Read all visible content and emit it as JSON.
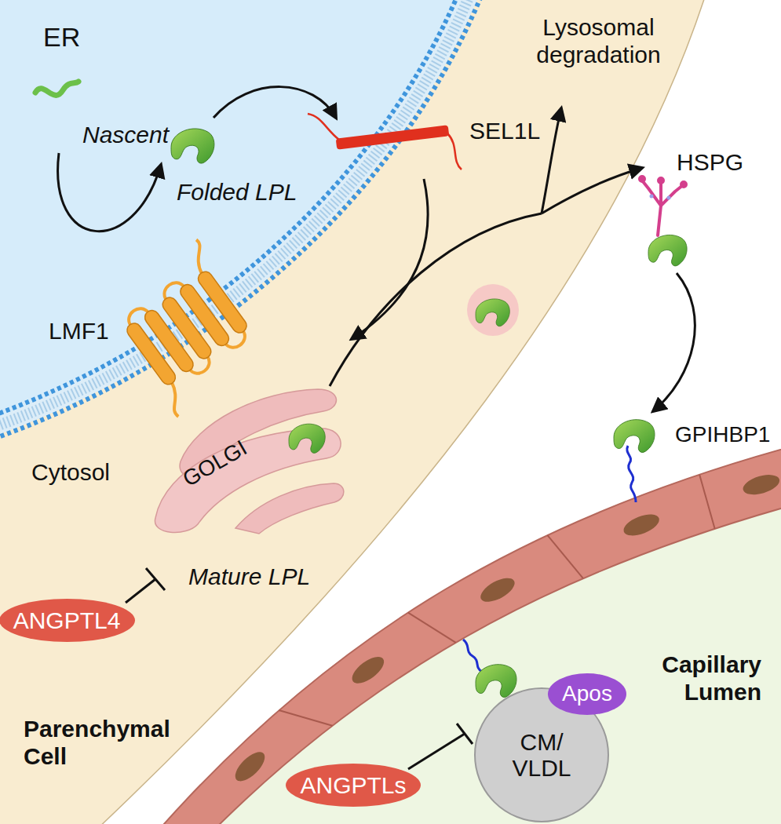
{
  "diagram": {
    "nodes": [
      {
        "text": [
          "GOLGI"
        ]
      },
      {
        "text": [
          "ANGPTL4"
        ]
      },
      {
        "text": [
          "Apos"
        ]
      },
      {
        "text": [
          "CM/ VLDL"
        ]
      },
      {
        "text": [
          "ANGPTLs"
        ]
      }
    ],
    "labels": [
      "ER",
      "Lysosomal degradation",
      "Nascent",
      "SEL1L",
      "HSPG",
      "Folded LPL",
      "LMF1",
      "GPIHBP1",
      "Cytosol",
      "Mature LPL",
      "Capillary Lumen",
      "Parenchymal Cell"
    ]
  }
}
